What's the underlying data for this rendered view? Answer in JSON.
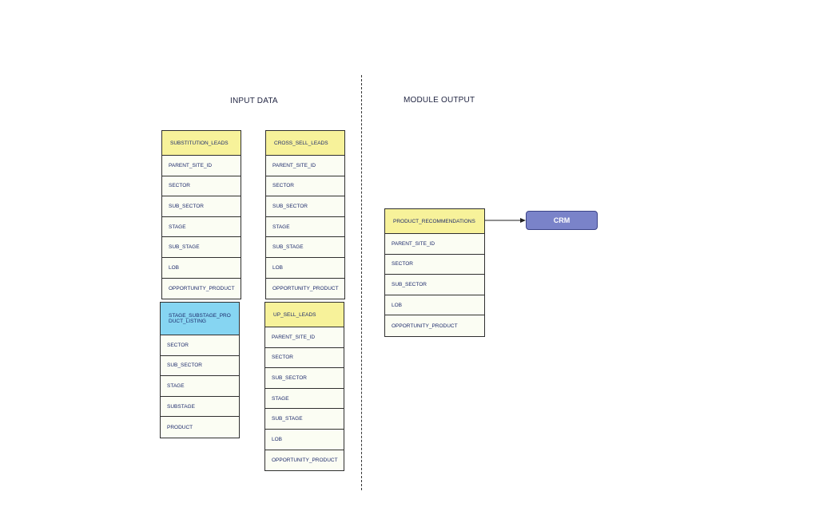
{
  "sections": {
    "input_title": "INPUT DATA",
    "output_title": "MODULE OUTPUT"
  },
  "tables": {
    "substitution_leads": {
      "header": "SUBSTITUTION_LEADS",
      "rows": [
        "PARENT_SITE_ID",
        "SECTOR",
        "SUB_SECTOR",
        "STAGE",
        "SUB_STAGE",
        "LOB",
        "OPPORTUNITY_PRODUCT"
      ]
    },
    "cross_sell_leads": {
      "header": "CROSS_SELL_LEADS",
      "rows": [
        "PARENT_SITE_ID",
        "SECTOR",
        "SUB_SECTOR",
        "STAGE",
        "SUB_STAGE",
        "LOB",
        "OPPORTUNITY_PRODUCT"
      ]
    },
    "stage_substage_product_listing": {
      "header_line1": "STAGE_SUBSTAGE_PRO",
      "header_line2": "DUCT_LISTING",
      "rows": [
        "SECTOR",
        "SUB_SECTOR",
        "STAGE",
        "SUBSTAGE",
        "PRODUCT"
      ]
    },
    "up_sell_leads": {
      "header": "UP_SELL_LEADS",
      "rows": [
        "PARENT_SITE_ID",
        "SECTOR",
        "SUB_SECTOR",
        "STAGE",
        "SUB_STAGE",
        "LOB",
        "OPPORTUNITY_PRODUCT"
      ]
    },
    "product_recommendations": {
      "header": "PRODUCT_RECOMMENDATIONS",
      "rows": [
        "PARENT_SITE_ID",
        "SECTOR",
        "SUB_SECTOR",
        "LOB",
        "OPPORTUNITY_PRODUCT"
      ]
    }
  },
  "crm": {
    "label": "CRM"
  },
  "colors": {
    "header_yellow": "#f7f29a",
    "header_blue": "#86d5f2",
    "crm_fill": "#7a83c9",
    "text": "#1d2a6b"
  }
}
